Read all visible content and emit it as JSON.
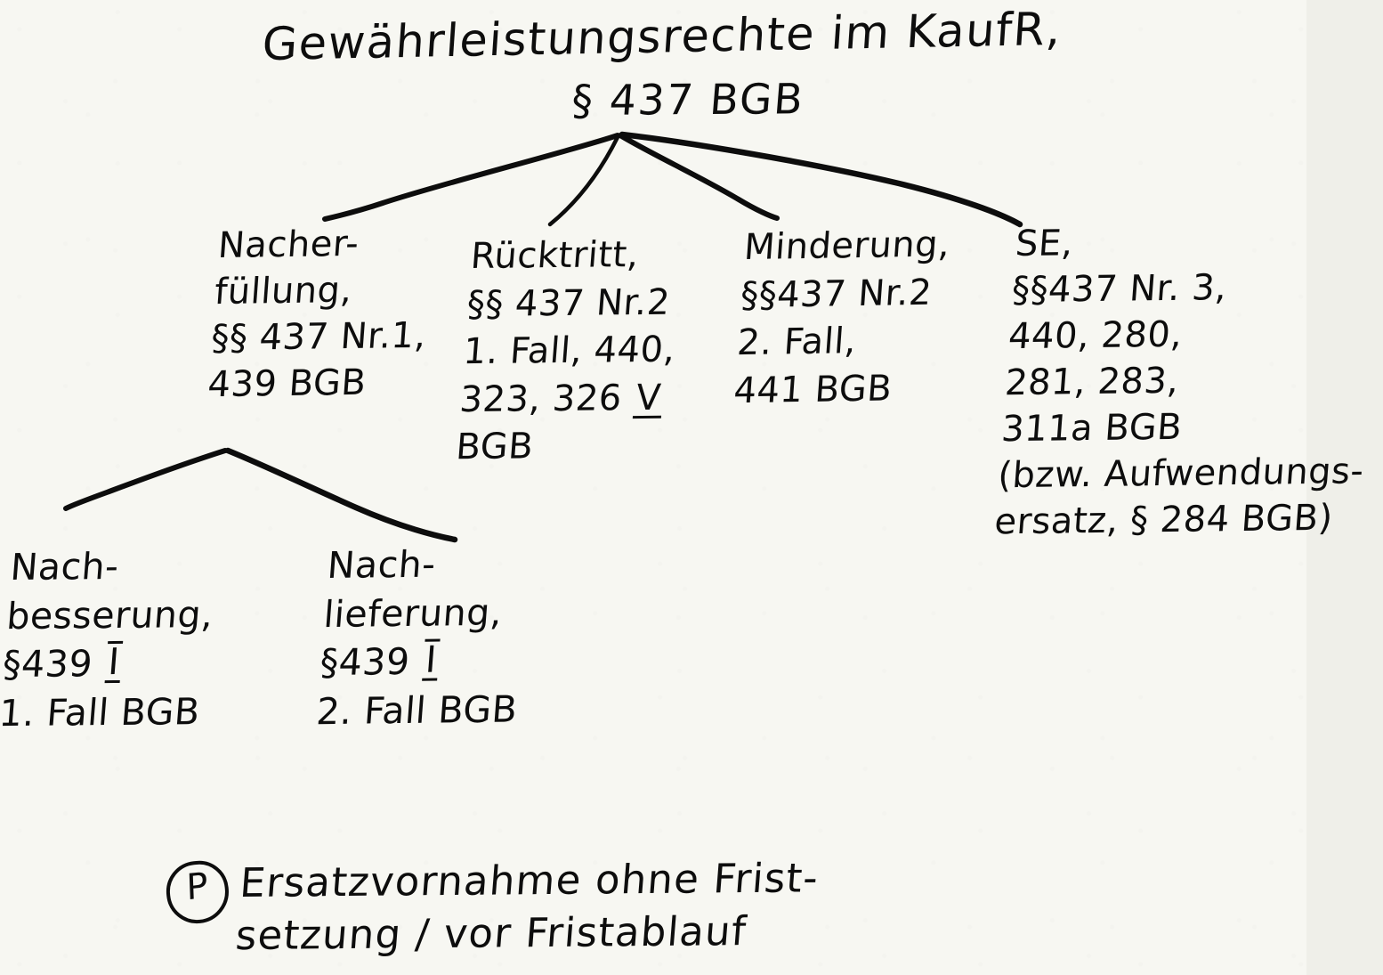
{
  "page": {
    "kind": "handwritten-notes",
    "background_color": "#f7f7f2",
    "ink_color": "#0d0d0d"
  },
  "title": {
    "line1": "Gewährleistungsrechte im KaufR,",
    "line2": "§ 437 BGB"
  },
  "root": {
    "label": "Gewährleistungsrechte im KaufR, § 437 BGB"
  },
  "branches": [
    {
      "id": "nacherfuellung",
      "name": "Nacherfüllung",
      "lines": [
        "Nacher-",
        "füllung,",
        "§§ 437 Nr.1,",
        "439 BGB"
      ],
      "text": "Nacher-\nfüllung,\n§§ 437 Nr.1,\n439 BGB"
    },
    {
      "id": "ruecktritt",
      "name": "Rücktritt",
      "lines": [
        "Rücktritt,",
        "§§ 437 Nr.2",
        "1. Fall, 440,",
        "323, 326 V",
        "BGB"
      ],
      "text_before_roman": "Rücktritt,\n§§ 437 Nr.2\n1. Fall, 440,\n323, 326 ",
      "roman": "V",
      "text_after_roman": "\nBGB"
    },
    {
      "id": "minderung",
      "name": "Minderung",
      "lines": [
        "Minderung,",
        "§§437 Nr.2",
        "2. Fall,",
        "441 BGB"
      ],
      "text": "Minderung,\n§§437 Nr.2\n2. Fall,\n441 BGB"
    },
    {
      "id": "schadensersatz",
      "name": "SE (Schadensersatz)",
      "lines": [
        "SE,",
        "§§437 Nr. 3,",
        "440, 280,",
        "281, 283,",
        "311a BGB",
        "(bzw. Aufwendungs-",
        "ersatz, § 284 BGB)"
      ],
      "text": "SE,\n§§437 Nr. 3,\n440, 280,\n281, 283,\n311a BGB\n(bzw. Aufwendungs-\nersatz, § 284 BGB)"
    }
  ],
  "sub_branches": [
    {
      "id": "nachbesserung",
      "name": "Nachbesserung",
      "parent": "nacherfuellung",
      "lines": [
        "Nach-",
        "besserung,",
        "§439 I",
        "1. Fall BGB"
      ],
      "text_before_roman": "Nach-\nbesserung,\n§439 ",
      "roman": "I",
      "text_after_roman": "\n1. Fall BGB"
    },
    {
      "id": "nachlieferung",
      "name": "Nachlieferung",
      "parent": "nacherfuellung",
      "lines": [
        "Nach-",
        "lieferung,",
        "§439 I",
        "2. Fall BGB"
      ],
      "text_before_roman": "Nach-\nlieferung,\n§439 ",
      "roman": "I",
      "text_after_roman": "\n2. Fall BGB"
    }
  ],
  "problem_note": {
    "marker": "P",
    "marker_icon": "circled-p-icon",
    "line1": "Ersatzvornahme ohne Frist-",
    "line2": "setzung / vor Fristablauf",
    "text": "Ersatzvornahme ohne Frist-\nsetzung / vor Fristablauf"
  }
}
